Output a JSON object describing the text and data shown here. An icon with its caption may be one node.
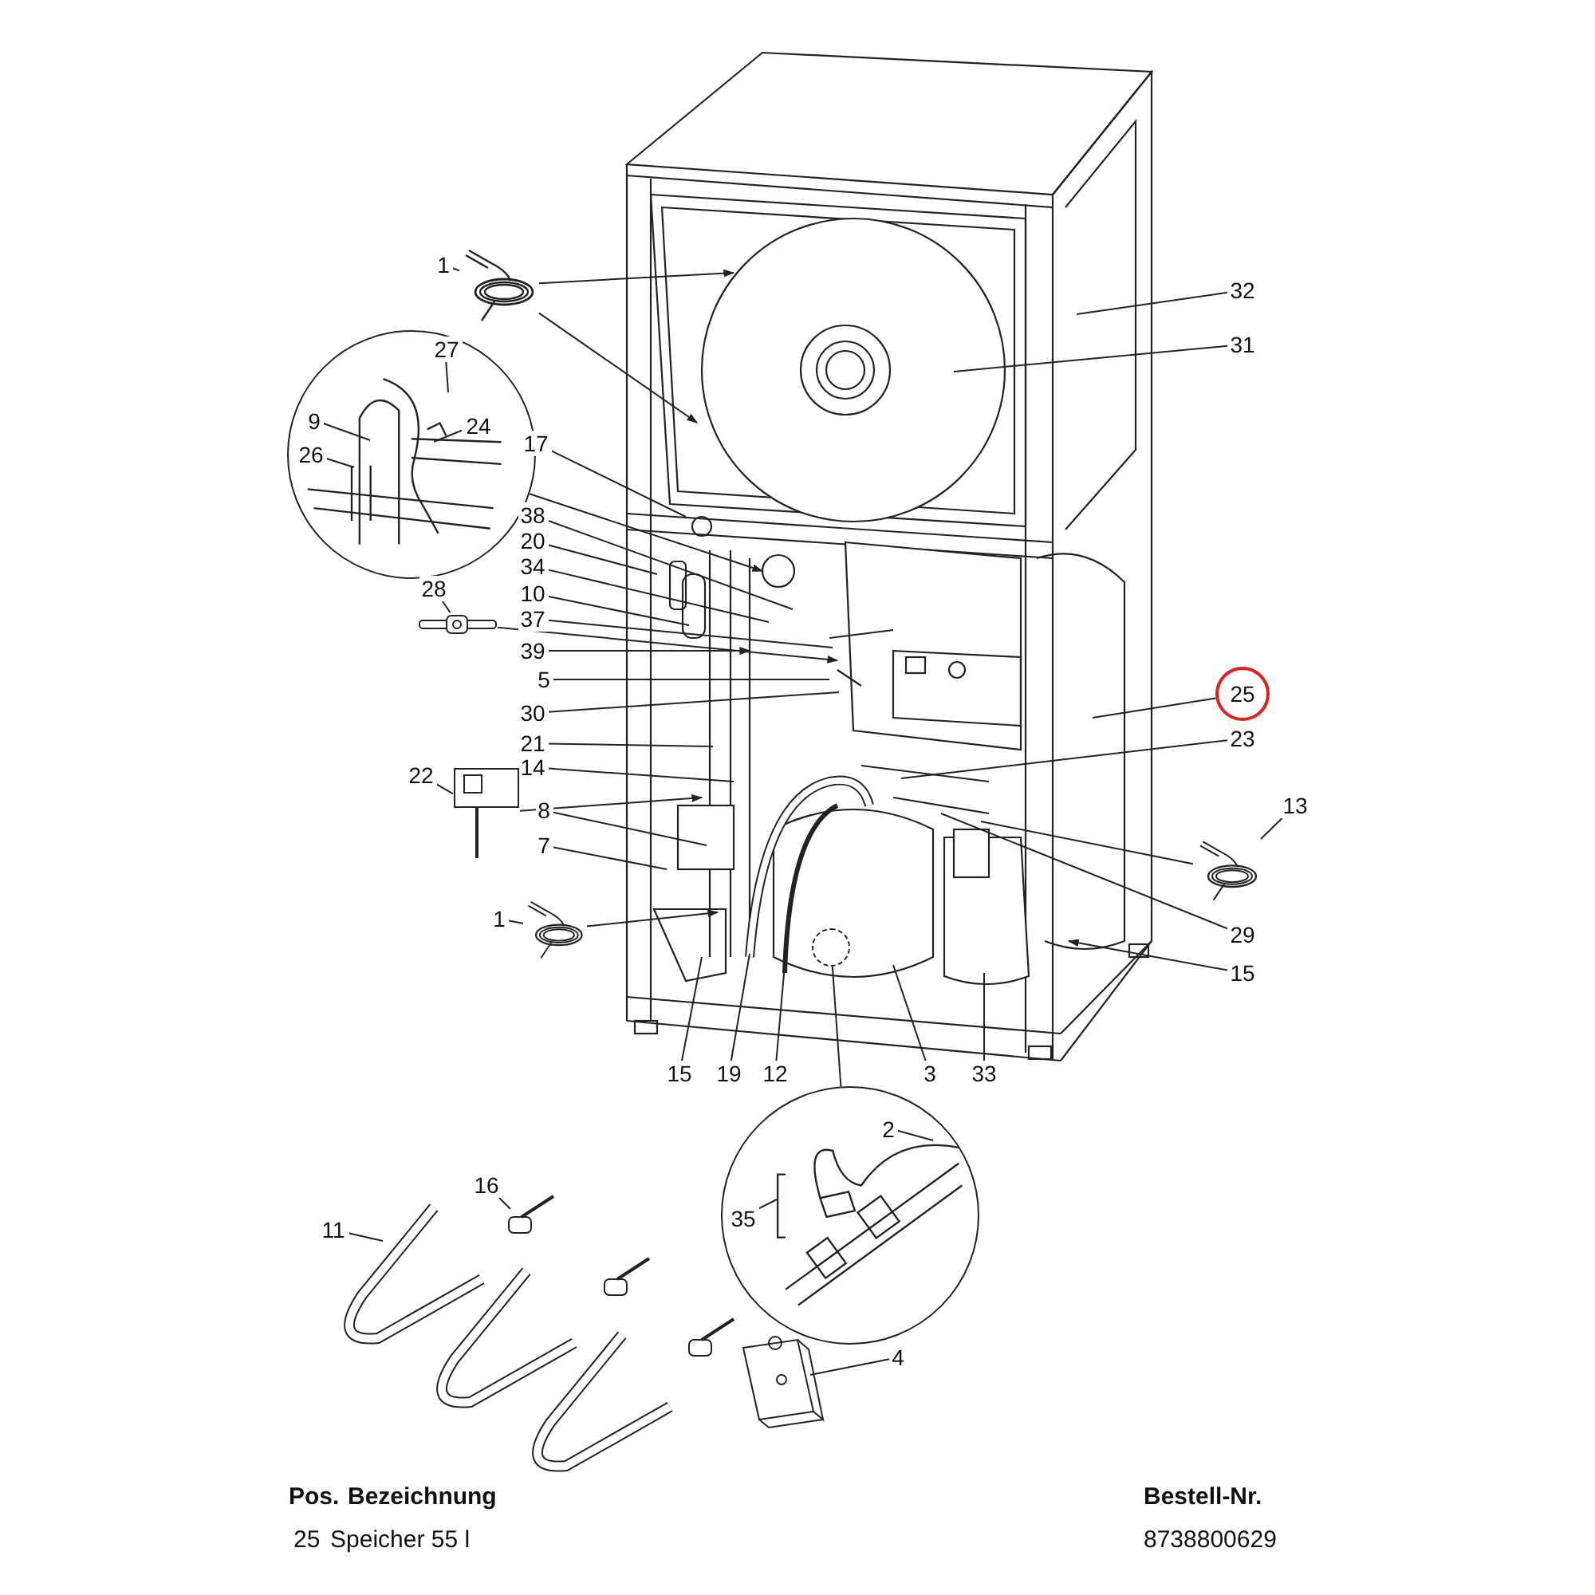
{
  "diagram": {
    "nodes": [
      {
        "text": [
          "1"
        ]
      },
      {
        "text": [],
        "shape": "picture"
      },
      {
        "text": [],
        "shape": "circle"
      },
      {
        "text": [
          "27"
        ],
        "in": 2
      },
      {
        "text": [
          "9"
        ],
        "in": 2
      },
      {
        "text": [
          "24"
        ],
        "in": 2
      },
      {
        "text": [
          "26"
        ],
        "in": 2
      },
      {
        "text": [
          "32"
        ]
      },
      {
        "text": [
          "31"
        ]
      },
      {
        "text": [
          "17"
        ]
      },
      {
        "text": [
          "38"
        ]
      },
      {
        "text": [
          "20"
        ]
      },
      {
        "text": [
          "34"
        ]
      },
      {
        "text": [
          "28"
        ]
      },
      {
        "text": [],
        "shape": "picture"
      },
      {
        "text": [
          "10"
        ]
      },
      {
        "text": [
          "37"
        ]
      },
      {
        "text": [
          "39"
        ]
      },
      {
        "text": [
          "5"
        ]
      },
      {
        "text": [
          "30"
        ]
      },
      {
        "text": [
          "25"
        ]
      },
      {
        "text": [
          "21"
        ]
      },
      {
        "text": [
          "23"
        ]
      },
      {
        "text": [
          "14"
        ]
      },
      {
        "text": [
          "22"
        ]
      },
      {
        "text": [],
        "shape": "picture"
      },
      {
        "text": [
          "8"
        ]
      },
      {
        "text": [
          "13"
        ]
      },
      {
        "text": [],
        "shape": "picture"
      },
      {
        "text": [
          "7"
        ]
      },
      {
        "text": [
          "1"
        ]
      },
      {
        "text": [],
        "shape": "picture"
      },
      {
        "text": [
          "29"
        ]
      },
      {
        "text": [
          "15"
        ]
      },
      {
        "text": [
          "15"
        ]
      },
      {
        "text": [
          "19"
        ]
      },
      {
        "text": [
          "12"
        ]
      },
      {
        "text": [
          "3"
        ]
      },
      {
        "text": [
          "33"
        ]
      },
      {
        "text": [],
        "shape": "circle"
      },
      {
        "text": [],
        "shape": "circle"
      },
      {
        "text": [
          "2"
        ],
        "in": 40
      },
      {
        "text": [
          "35"
        ],
        "in": 40
      },
      {
        "text": [
          "16"
        ]
      },
      {
        "text": [
          "11"
        ]
      },
      {
        "text": [
          "4"
        ]
      }
    ],
    "edges": [
      {
        "from": 0,
        "to": 1,
        "arrow": "none"
      },
      {
        "from": 1,
        "to": null,
        "arrow": "to"
      },
      {
        "from": 1,
        "to": null,
        "arrow": "to"
      },
      {
        "from": 3,
        "to": null,
        "arrow": "none"
      },
      {
        "from": 4,
        "to": null,
        "arrow": "none"
      },
      {
        "from": 5,
        "to": null,
        "arrow": "none"
      },
      {
        "from": 6,
        "to": null,
        "arrow": "none"
      },
      {
        "from": 2,
        "to": null,
        "arrow": "to"
      },
      {
        "from": 7,
        "to": null,
        "arrow": "none"
      },
      {
        "from": 8,
        "to": null,
        "arrow": "none"
      },
      {
        "from": 9,
        "to": null,
        "arrow": "none"
      },
      {
        "from": 10,
        "to": null,
        "arrow": "none"
      },
      {
        "from": 11,
        "to": null,
        "arrow": "none"
      },
      {
        "from": 12,
        "to": null,
        "arrow": "none"
      },
      {
        "from": 13,
        "to": 14,
        "arrow": "none"
      },
      {
        "from": 14,
        "to": null,
        "arrow": "to"
      },
      {
        "from": 15,
        "to": null,
        "arrow": "none"
      },
      {
        "from": 16,
        "to": null,
        "arrow": "none"
      },
      {
        "from": 17,
        "to": null,
        "arrow": "to"
      },
      {
        "from": 18,
        "to": null,
        "arrow": "none"
      },
      {
        "from": 19,
        "to": null,
        "arrow": "none"
      },
      {
        "from": 20,
        "to": null,
        "arrow": "none"
      },
      {
        "from": 21,
        "to": null,
        "arrow": "none"
      },
      {
        "from": 22,
        "to": null,
        "arrow": "none"
      },
      {
        "from": 23,
        "to": null,
        "arrow": "none"
      },
      {
        "from": 24,
        "to": 25,
        "arrow": "none"
      },
      {
        "from": 25,
        "to": null,
        "arrow": "to"
      },
      {
        "from": 26,
        "to": null,
        "arrow": "none"
      },
      {
        "from": 27,
        "to": 28,
        "arrow": "none"
      },
      {
        "from": 28,
        "to": null,
        "arrow": "none"
      },
      {
        "from": 29,
        "to": null,
        "arrow": "none"
      },
      {
        "from": 30,
        "to": 31,
        "arrow": "none"
      },
      {
        "from": 31,
        "to": null,
        "arrow": "to"
      },
      {
        "from": 32,
        "to": null,
        "arrow": "none"
      },
      {
        "from": 33,
        "to": null,
        "arrow": "to"
      },
      {
        "from": 34,
        "to": null,
        "arrow": "none"
      },
      {
        "from": 35,
        "to": null,
        "arrow": "none"
      },
      {
        "from": 36,
        "to": null,
        "arrow": "none"
      },
      {
        "from": 37,
        "to": null,
        "arrow": "none"
      },
      {
        "from": 38,
        "to": null,
        "arrow": "none"
      },
      {
        "from": 40,
        "to": 39,
        "arrow": "none"
      },
      {
        "from": 41,
        "to": null,
        "arrow": "none"
      },
      {
        "from": 42,
        "to": null,
        "arrow": "none"
      },
      {
        "from": 43,
        "to": null,
        "arrow": "none"
      },
      {
        "from": 44,
        "to": null,
        "arrow": "none"
      },
      {
        "from": 45,
        "to": null,
        "arrow": "none"
      }
    ],
    "labels": [
      "Pos.",
      "Bezeichnung",
      "Bestell-Nr.",
      "25",
      "Speicher 55 l",
      "8738800629"
    ]
  }
}
